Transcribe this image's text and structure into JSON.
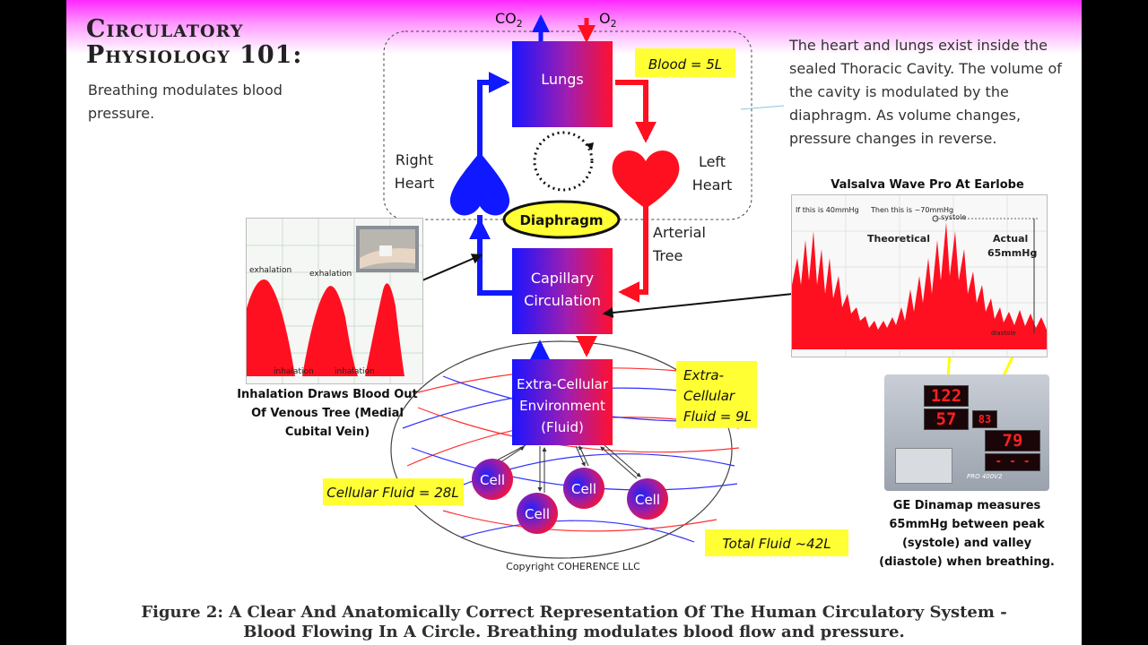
{
  "title": "Circulatory Physiology 101:",
  "subtitle": "Breathing modulates blood pressure.",
  "thoracic_note": "The heart and lungs exist inside the sealed Thoracic Cavity. The volume of the cavity is modulated by the diaphragm. As volume changes, pressure changes in reverse.",
  "gases": {
    "co2": "CO",
    "co2_sub": "2",
    "o2": "O",
    "o2_sub": "2"
  },
  "nodes": {
    "lungs": "Lungs",
    "capillary_line1": "Capillary",
    "capillary_line2": "Circulation",
    "ece_line1": "Extra-Cellular",
    "ece_line2": "Environment",
    "ece_line3": "(Fluid)",
    "diaphragm": "Diaphragm",
    "cell": "Cell"
  },
  "labels": {
    "right_heart_1": "Right",
    "right_heart_2": "Heart",
    "left_heart_1": "Left",
    "left_heart_2": "Heart",
    "arterial_1": "Arterial",
    "arterial_2": "Tree"
  },
  "volumes": {
    "blood": "Blood = 5L",
    "extracellular_1": "Extra-",
    "extracellular_2": "Cellular",
    "extracellular_3": "Fluid = 9L",
    "cellular": "Cellular Fluid = 28L",
    "total": "Total Fluid ~42L"
  },
  "venous_chart": {
    "caption": "Inhalation Draws Blood Out Of Venous Tree (Medial Cubital Vein)",
    "exhalation_1": "exhalation",
    "exhalation_2": "exhalation",
    "inhalation_1": "inhalation",
    "inhalation_2": "inhalation"
  },
  "valsalva_chart": {
    "title": "Valsalva Wave Pro At Earlobe",
    "note_left": "If this is 40mmHg",
    "note_right": "Then this is ~70mmHg",
    "systole": "systole",
    "theoretical": "Theoretical",
    "actual_1": "Actual",
    "actual_2": "65mmHg",
    "diastole": "diastole"
  },
  "dinamap": {
    "systolic": "122",
    "diastolic": "57",
    "mean": "83",
    "pulse": "79",
    "spo2": "- - -",
    "model": "PRO 400V2",
    "caption": "GE Dinamap measures 65mmHg between peak (systole) and valley (diastole) when breathing."
  },
  "copyright": "Copyright COHERENCE LLC",
  "figure_caption_1": "Figure 2: A Clear And Anatomically Correct Representation Of The Human Circulatory System -",
  "figure_caption_2": "Blood Flowing In A Circle. Breathing modulates blood flow and pressure.",
  "colors": {
    "blue": "#1018ff",
    "red": "#ff1020",
    "yellow": "#ffff33",
    "band": "#ff27ff"
  }
}
